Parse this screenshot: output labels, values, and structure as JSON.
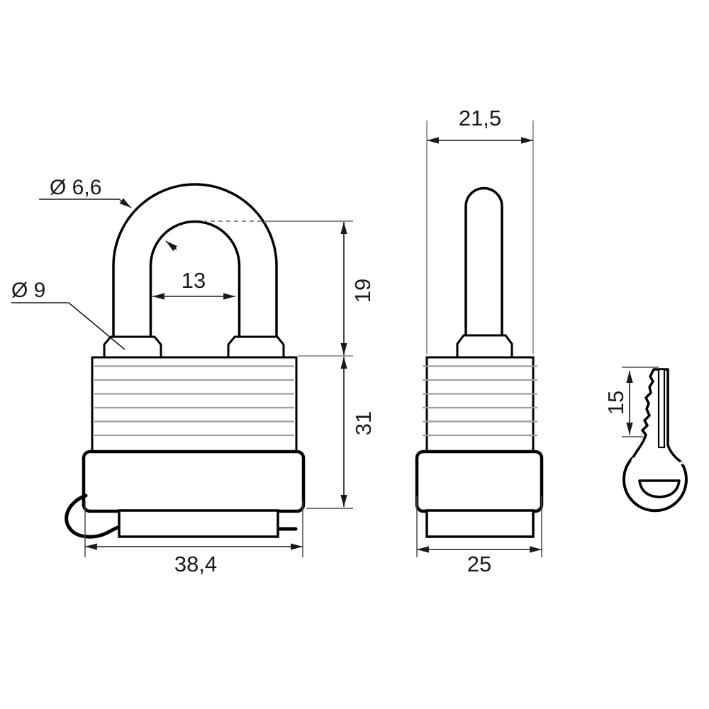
{
  "drawing": {
    "kind": "padlock-dimension-drawing",
    "background": "#ffffff",
    "line_color": "#000000",
    "aux_line_color": "#9e9e9e",
    "text_color": "#1a1a1a"
  },
  "labels": {
    "shackle_diameter": "Ø 6,6",
    "collar_diameter": "Ø 9",
    "shackle_inner_width": "13",
    "shackle_inner_height": "19",
    "body_height": "31",
    "body_width": "38,4",
    "side_body_width": "21,5",
    "side_base_width": "25",
    "key_bitting_length": "15"
  }
}
